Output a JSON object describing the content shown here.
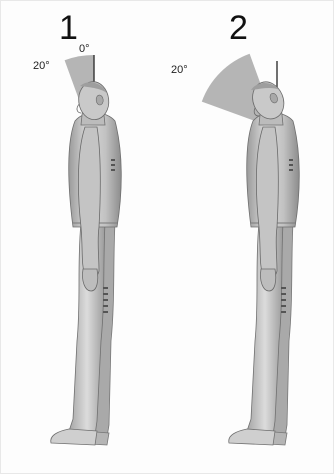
{
  "figure": {
    "panels": [
      {
        "number": "1",
        "angle_label_wide": "20°",
        "angle_label_vertical": "0°",
        "tilt_range_deg": [
          0,
          20
        ]
      },
      {
        "number": "2",
        "angle_label_wide": "20°",
        "tilt_range_deg": [
          20,
          70
        ]
      }
    ],
    "colors": {
      "figure_fill": "#c8c8c8",
      "figure_shadow": "#8a8a8a",
      "figure_outline": "#6e6e6e",
      "sector_fill": "#a8a8a8",
      "reference_line": "#333333"
    }
  }
}
